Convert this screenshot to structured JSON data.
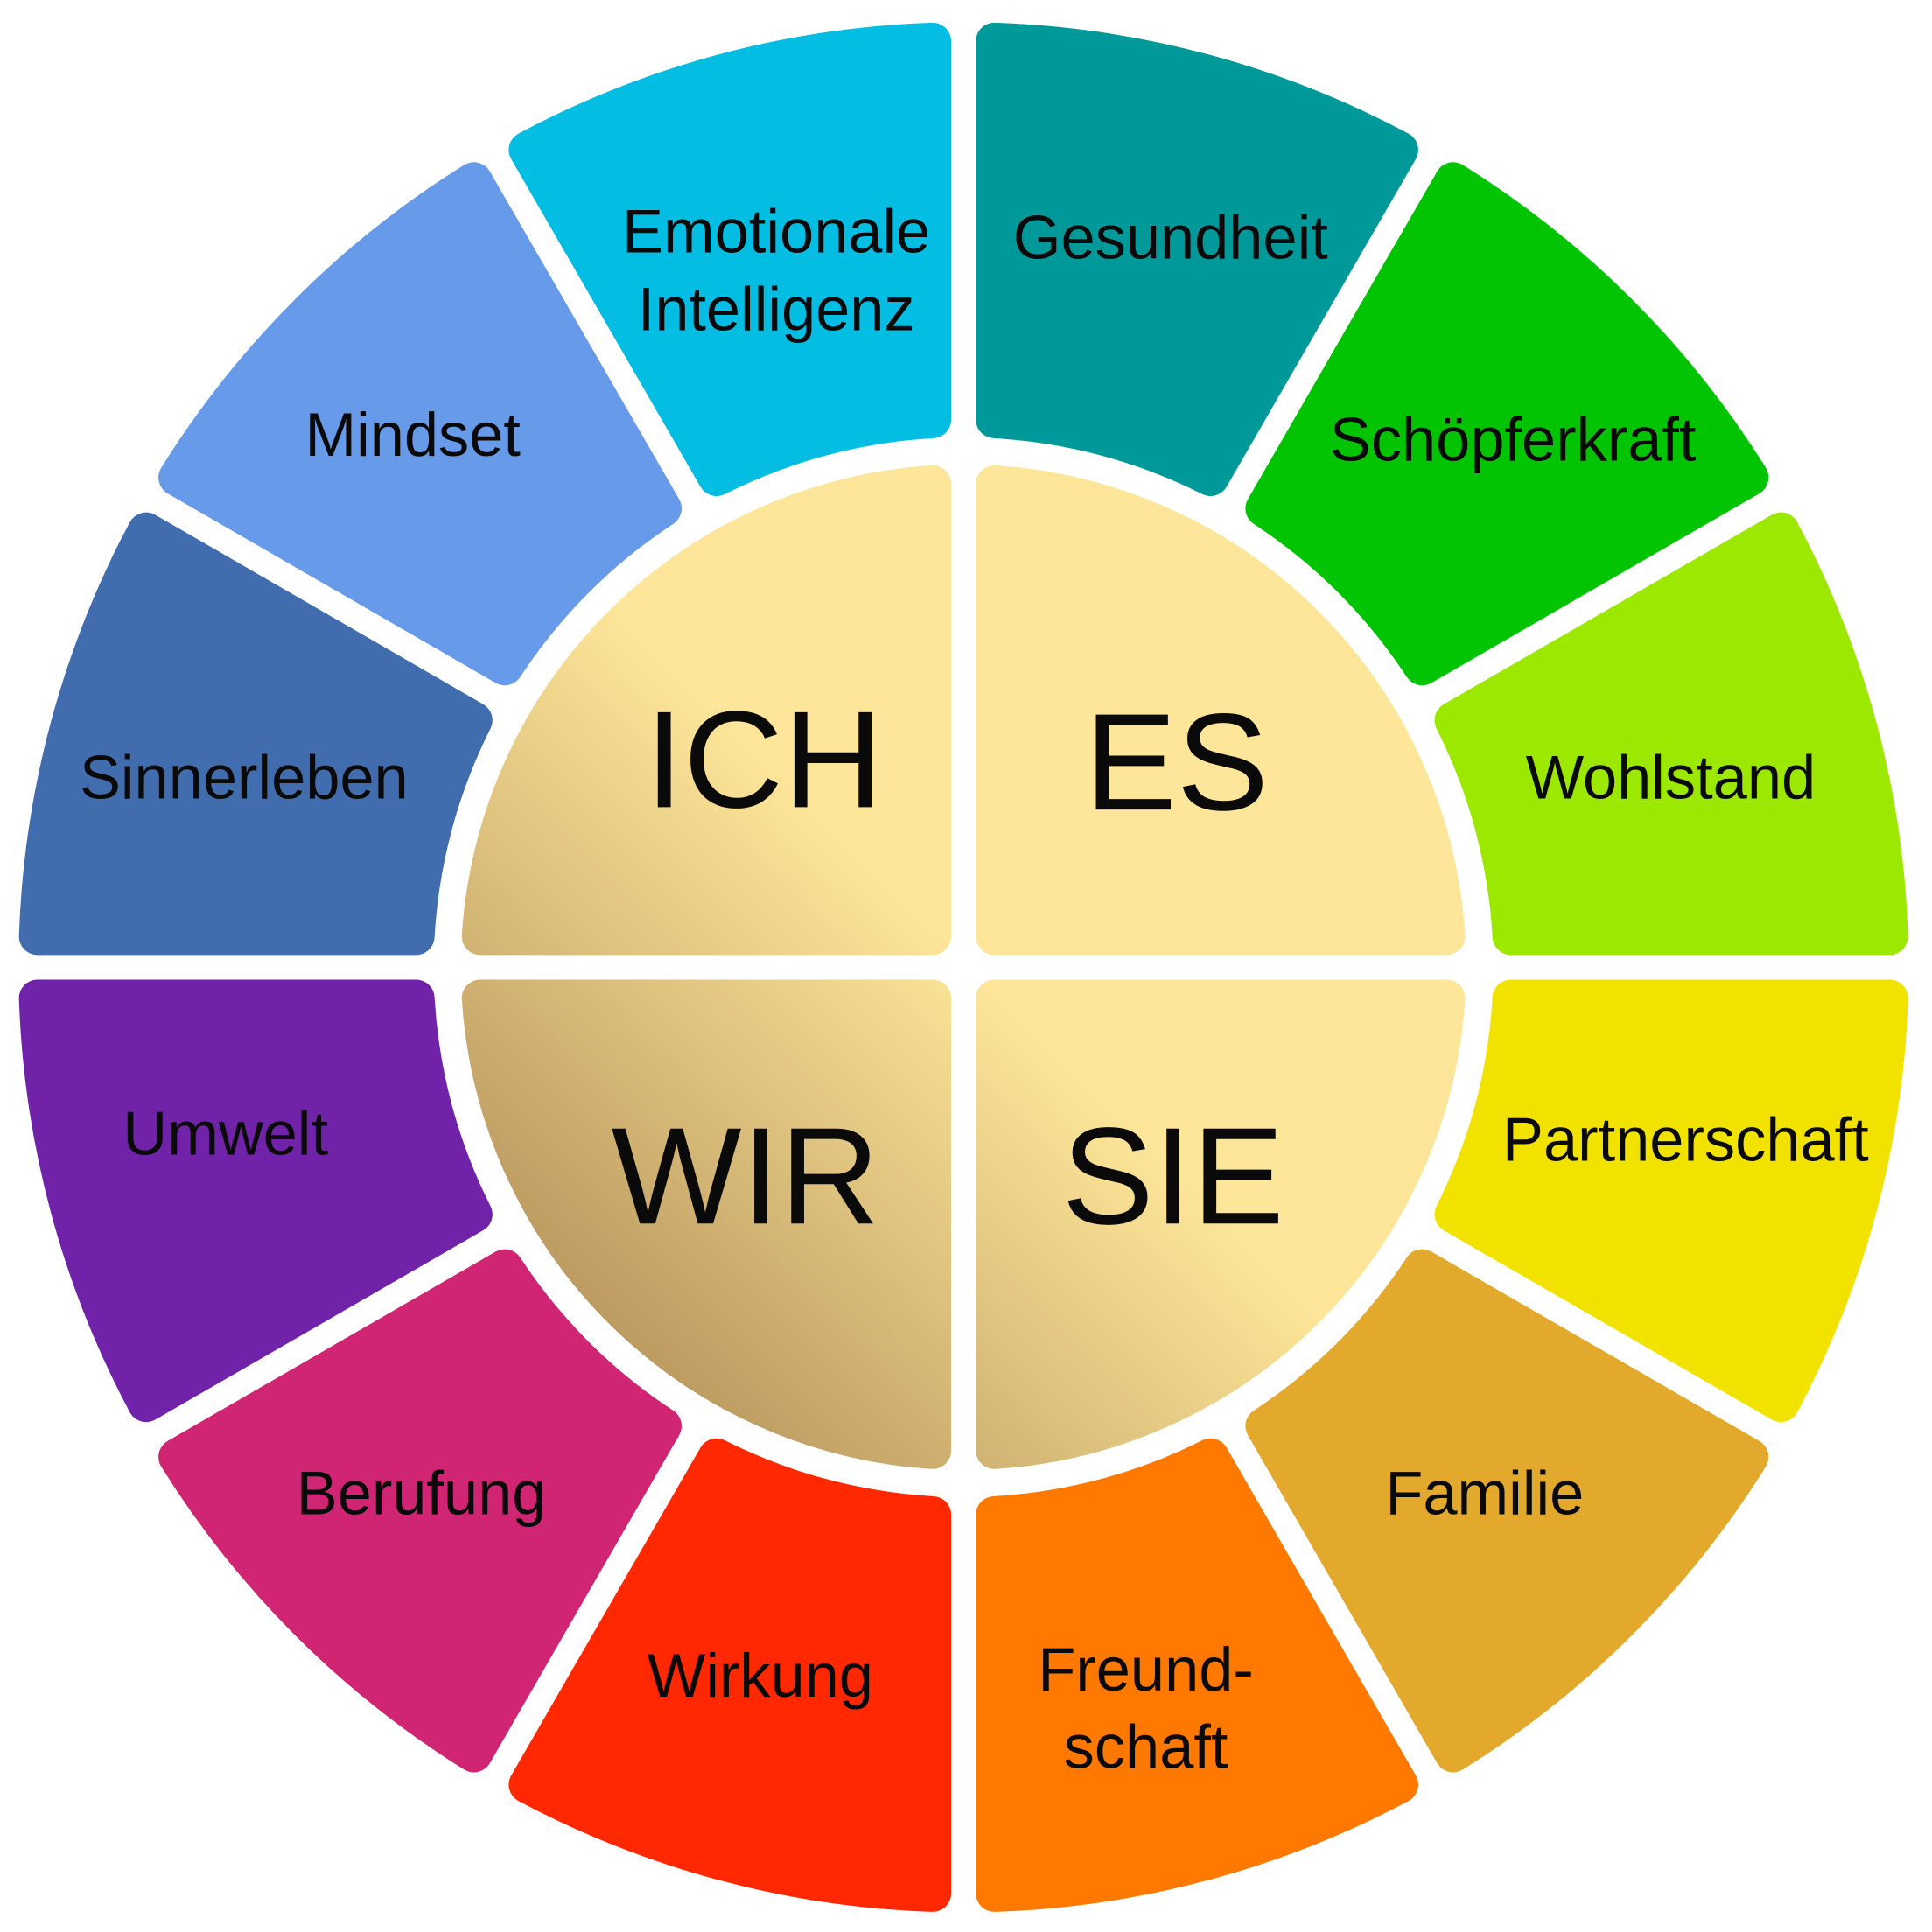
{
  "segments": [
    {
      "lines": [
        "Gesundheit"
      ],
      "color": "#00999A"
    },
    {
      "lines": [
        "Schöpferkraft"
      ],
      "color": "#02C402"
    },
    {
      "lines": [
        "Wohlstand"
      ],
      "color": "#9CE800"
    },
    {
      "lines": [
        "Partnerschaft"
      ],
      "color": "#F2E200"
    },
    {
      "lines": [
        "Familie"
      ],
      "color": "#E3A92D"
    },
    {
      "lines": [
        "Freund-",
        "schaft"
      ],
      "color": "#FF7800"
    },
    {
      "lines": [
        "Wirkung"
      ],
      "color": "#FF2800"
    },
    {
      "lines": [
        "Berufung"
      ],
      "color": "#D02572"
    },
    {
      "lines": [
        "Umwelt"
      ],
      "color": "#7023A8"
    },
    {
      "lines": [
        "Sinnerleben"
      ],
      "color": "#416DAE"
    },
    {
      "lines": [
        "Mindset"
      ],
      "color": "#679AE9"
    },
    {
      "lines": [
        "Emotionale",
        "Intelligenz"
      ],
      "color": "#03BDE2"
    }
  ],
  "quadrants": {
    "es": "ES",
    "sie": "SIE",
    "wir": "WIR",
    "ich": "ICH"
  },
  "gradient": {
    "light": "#FDE699",
    "dark": "#A8834F"
  }
}
